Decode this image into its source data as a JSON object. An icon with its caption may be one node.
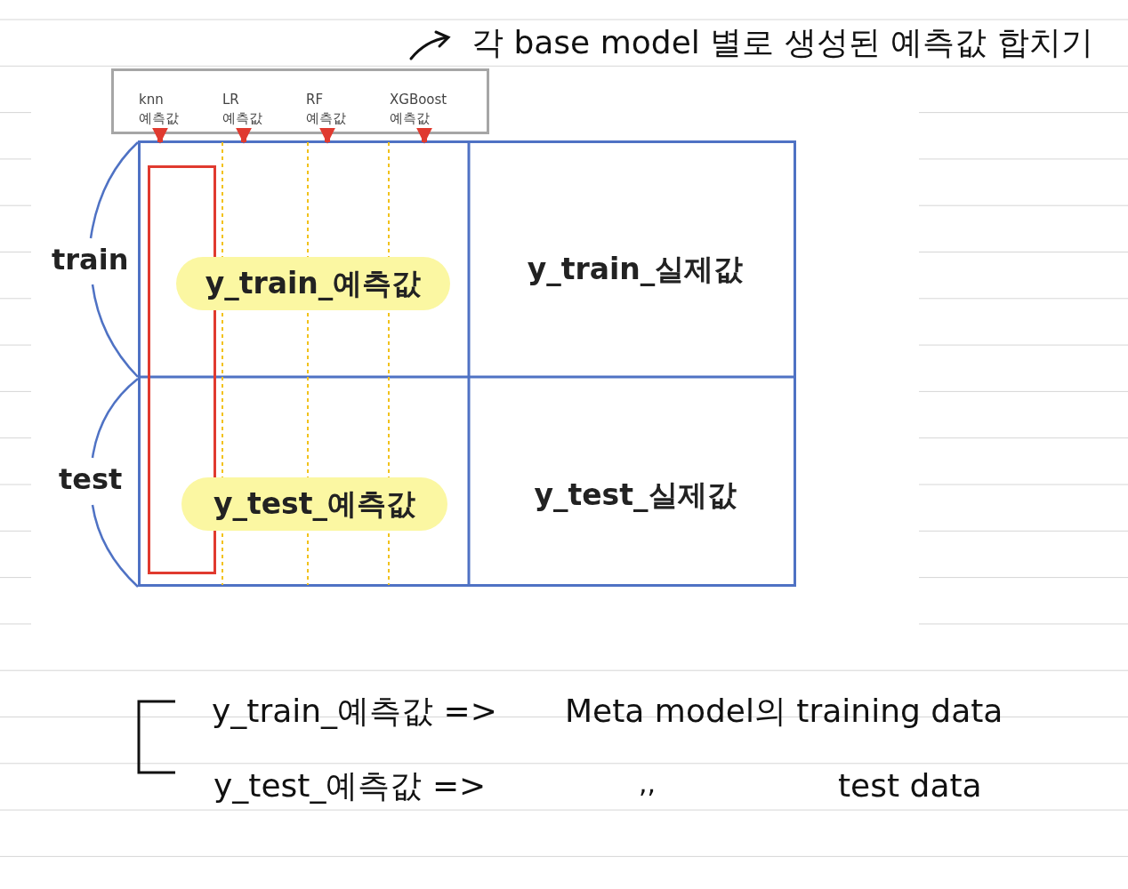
{
  "diagram": {
    "nodes": [
      {
        "text": [],
        "shape": "box"
      },
      {
        "text": [
          "knn 예측값"
        ],
        "in": 0
      },
      {
        "text": [
          "LR 예측값"
        ],
        "in": 0
      },
      {
        "text": [
          "RF 예측값"
        ],
        "in": 0
      },
      {
        "text": [
          "XGBoost 예측값"
        ],
        "in": 0
      },
      {
        "text": [],
        "shape": "box"
      },
      {
        "text": [],
        "shape": "box",
        "in": 5
      },
      {
        "text": [
          "y_train_예측값"
        ],
        "in": 5
      },
      {
        "text": [
          "y_train_실제값"
        ],
        "in": 5
      },
      {
        "text": [
          "y_test_예측값"
        ],
        "in": 5
      },
      {
        "text": [
          "y_test_실제값"
        ],
        "in": 5
      }
    ],
    "edges": [
      {
        "from": 1,
        "to": 5,
        "arrow": "to"
      },
      {
        "from": 2,
        "to": 5,
        "arrow": "to"
      },
      {
        "from": 3,
        "to": 5,
        "arrow": "to"
      },
      {
        "from": 4,
        "to": 5,
        "arrow": "to"
      }
    ],
    "labels": [
      "각 base model 별로 생성된 예측값 합치기",
      "train",
      "test",
      "y_train_예측값 =>",
      "Meta model의 training data",
      "y_test_예측값 =>",
      ",,",
      "test data"
    ]
  }
}
